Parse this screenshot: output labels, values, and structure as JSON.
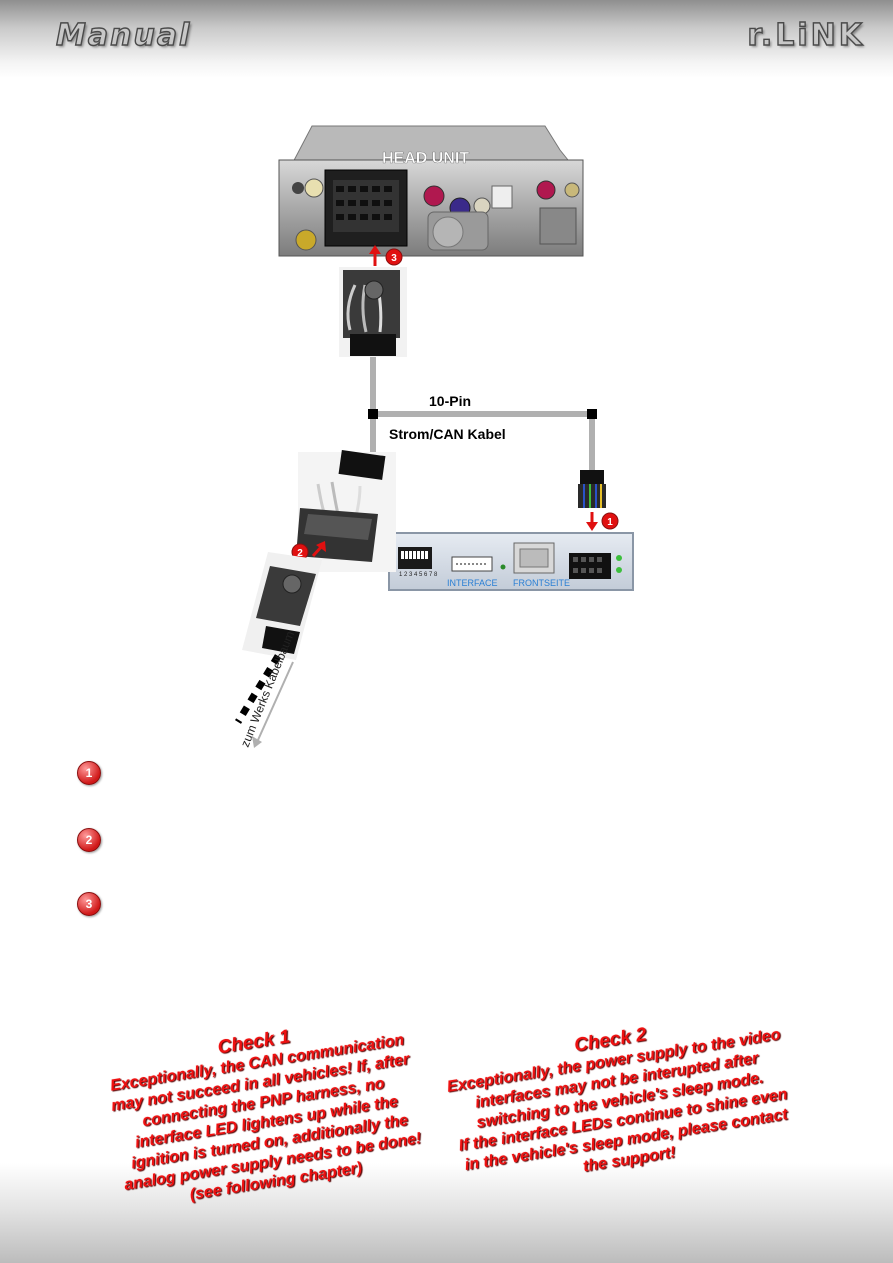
{
  "header": {
    "left_title": "Manual",
    "right_brand": "r.LiNK"
  },
  "diagram": {
    "head_unit_label": "HEAD UNIT",
    "cable_pin_label": "10-Pin",
    "cable_name_label": "Strom/CAN Kabel",
    "interface_label": "INTERFACE",
    "front_label": "FRONTSEITE",
    "harness_label": "zum Werks Kabelbaum",
    "dip_numbers": "1 2 3 4 5 6 7 8"
  },
  "steps": [
    {
      "number": "1"
    },
    {
      "number": "2"
    },
    {
      "number": "3"
    }
  ],
  "checks": [
    {
      "title": "Check 1",
      "lines": [
        "Exceptionally, the CAN communication",
        "may not succeed in all vehicles! If, after",
        "connecting the PNP harness, no",
        "interface LED lightens up while the",
        "ignition is turned on, additionally the",
        "analog power supply needs to be done!",
        "(see following chapter)"
      ]
    },
    {
      "title": "Check 2",
      "lines": [
        "Exceptionally, the power supply to the video",
        "interfaces may not be interupted after",
        "switching to the vehicle's sleep mode.",
        "If the interface LEDs continue to shine even",
        "in the vehicle's sleep mode, please contact",
        "the support!"
      ]
    }
  ],
  "colors": {
    "accent_red": "#ee1111",
    "interface_blue": "#2a7fd4",
    "cable_gray": "#b0b0b0"
  }
}
